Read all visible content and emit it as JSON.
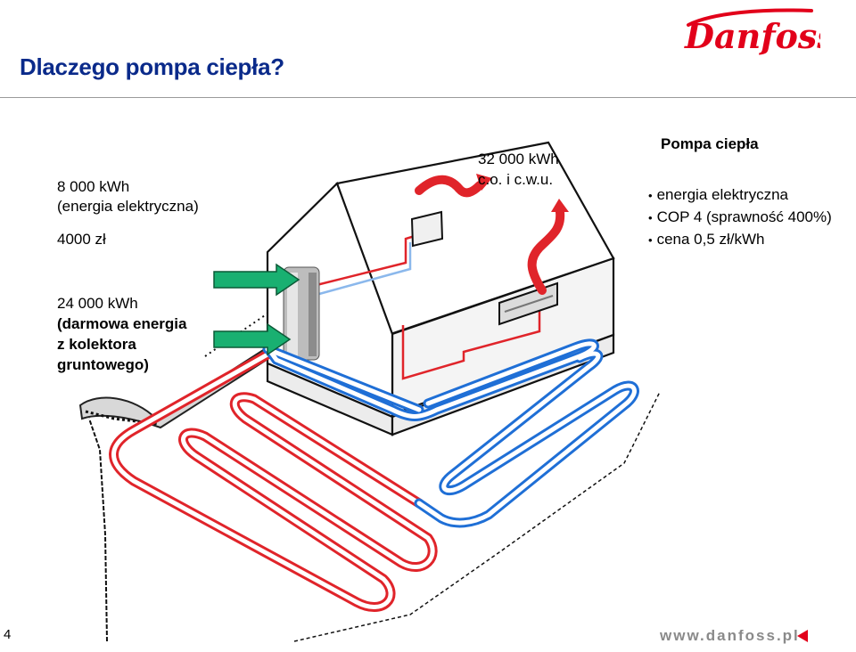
{
  "title": "Dlaczego pompa ciepła?",
  "logo": {
    "brand": "Danfoss",
    "color": "#e2001a"
  },
  "electric_input": {
    "kwh": "8 000 kWh",
    "label": "(energia elektryczna)",
    "cost": "4000 zł"
  },
  "ground_input": {
    "kwh": "24 000 kWh",
    "line1": "(darmowa energia",
    "line2": "z kolektora",
    "line3": "gruntowego)"
  },
  "output": {
    "kwh": "32 000 kWh",
    "label": "c.o. i c.w.u."
  },
  "heat_pump": {
    "heading": "Pompa ciepła",
    "bullets": [
      "energia elektryczna",
      "COP 4 (sprawność 400%)",
      "cena 0,5 zł/kWh"
    ]
  },
  "footer": {
    "page_number": "4",
    "url": "www.danfoss.pl"
  },
  "colors": {
    "title": "#0a2a8a",
    "hot_pipe": "#e0242a",
    "cold_pipe": "#1f6fd6",
    "arrow_green": "#19b071",
    "footer_red": "#e2001a"
  }
}
